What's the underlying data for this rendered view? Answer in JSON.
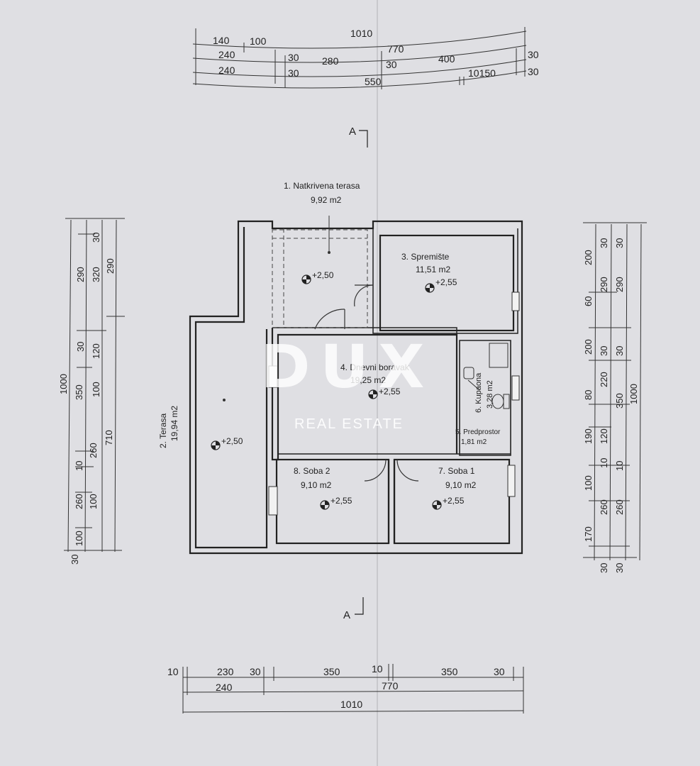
{
  "plan": {
    "section_marker": "A",
    "top_dimensions": {
      "row1": [
        "1010"
      ],
      "row2": [
        "140",
        "100",
        "770"
      ],
      "row3": [
        "240",
        "30",
        "280",
        "30",
        "400",
        "30"
      ],
      "row4": [
        "240",
        "30",
        "550",
        "10150",
        "30"
      ]
    },
    "bottom_dimensions": {
      "row1": [
        "10",
        "230",
        "30",
        "350",
        "10",
        "350",
        "30"
      ],
      "row2": [
        "240",
        "770"
      ],
      "row3": [
        "1010"
      ]
    },
    "left_dimensions": [
      "1000",
      "30",
      "290",
      "30",
      "350",
      "10",
      "260",
      "100",
      "30",
      "320",
      "120",
      "100",
      "260",
      "100",
      "290",
      "710"
    ],
    "right_dimensions": [
      "200",
      "30",
      "290",
      "60",
      "200",
      "30",
      "220",
      "80",
      "190",
      "120",
      "10",
      "100",
      "260",
      "170",
      "30",
      "30",
      "290",
      "30",
      "350",
      "10",
      "260",
      "30",
      "1000"
    ],
    "rooms": [
      {
        "label": "1. Natkrivena terasa",
        "area": "9,92 m2",
        "level": "+2,50"
      },
      {
        "label": "2. Terasa",
        "area": "19,94 m2",
        "level": "+2,50"
      },
      {
        "label": "3. Spremište",
        "area": "11,51 m2",
        "level": "+2,55"
      },
      {
        "label": "4. Dnevni boravak",
        "area": "19,25 m2",
        "level": "+2,55"
      },
      {
        "label": "5. Predprostor",
        "area": "1,81 m2"
      },
      {
        "label": "6. Kupaona",
        "area": "3,28 m2"
      },
      {
        "label": "7. Soba 1",
        "area": "9,10 m2",
        "level": "+2,55"
      },
      {
        "label": "8. Soba 2",
        "area": "9,10 m2",
        "level": "+2,55"
      }
    ]
  },
  "watermark": {
    "brand": "DUX",
    "subtitle": "REAL ESTATE"
  }
}
